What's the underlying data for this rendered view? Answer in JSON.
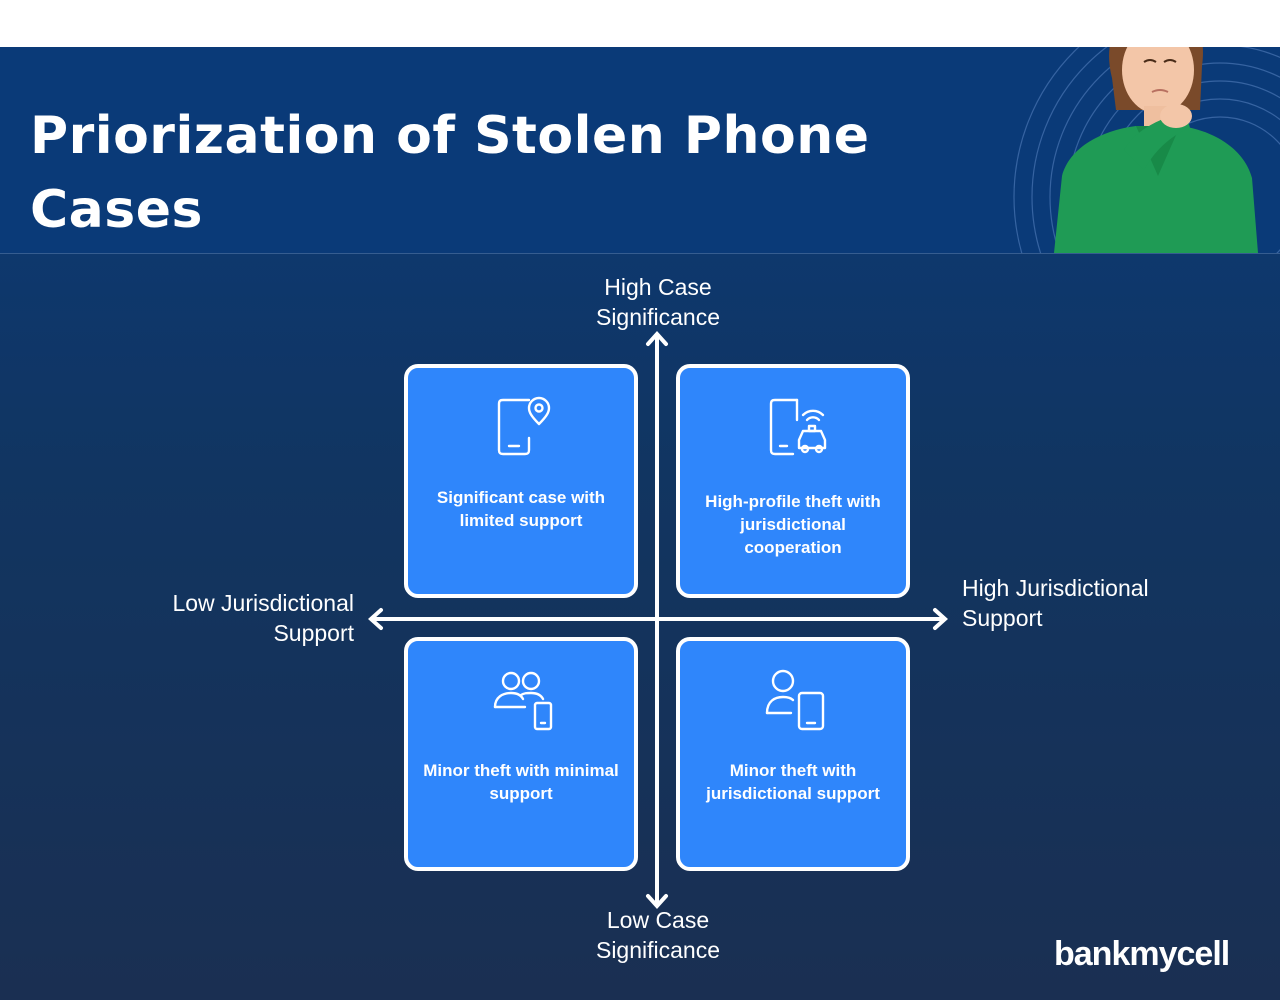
{
  "header": {
    "title": "Priorization of Stolen Phone Cases"
  },
  "axes": {
    "top": "High Case Significance",
    "bottom": "Low Case Significance",
    "left": "Low Jurisdictional Support",
    "right": "High Jurisdictional Support"
  },
  "quadrants": [
    {
      "position": "top-left",
      "icon": "phone-location-icon",
      "label": "Significant case with limited support"
    },
    {
      "position": "top-right",
      "icon": "phone-police-car-icon",
      "label": "High-profile theft with jurisdictional cooperation"
    },
    {
      "position": "bottom-left",
      "icon": "people-phone-icon",
      "label": "Minor theft with minimal support"
    },
    {
      "position": "bottom-right",
      "icon": "person-phone-icon",
      "label": "Minor theft with jurisdictional support"
    }
  ],
  "brand": {
    "logo_text": "bankmycell"
  },
  "colors": {
    "background": "#113561",
    "header": "#0a3a78",
    "quadrant_fill": "#2f86fb",
    "text": "#ffffff"
  }
}
